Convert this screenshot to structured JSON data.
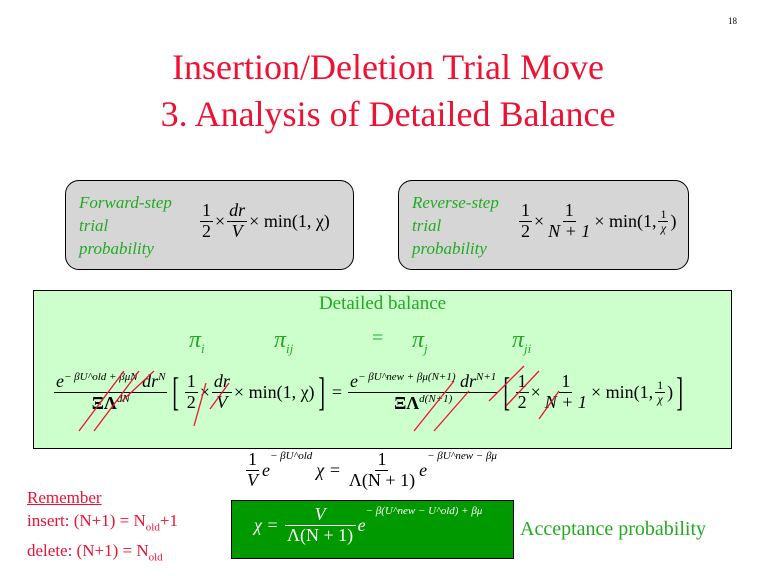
{
  "page_number": "18",
  "title": {
    "line1": "Insertion/Deletion Trial Move",
    "line2": "3.  Analysis of Detailed Balance"
  },
  "forward": {
    "label": [
      "Forward-step",
      "trial",
      "probability"
    ],
    "half_num": "1",
    "half_den": "2",
    "times": "×",
    "dr": "dr",
    "V": "V",
    "min": "× min(1, χ)"
  },
  "reverse": {
    "label": [
      "Reverse-step",
      "trial",
      "probability"
    ],
    "half_num": "1",
    "half_den": "2",
    "times": "×",
    "one": "1",
    "np1": "N + 1",
    "min": "× min(1,",
    "inv_num": "1",
    "inv_den": "χ",
    "close": ")"
  },
  "balance": {
    "heading": "Detailed balance",
    "pi_i": "π",
    "pi_i_sub": "i",
    "pi_ij": "π",
    "pi_ij_sub": "ij",
    "eq": "=",
    "pi_j": "π",
    "pi_j_sub": "j",
    "pi_ji": "π",
    "pi_ji_sub": "ji",
    "lhs_num": "e",
    "lhs_num_sup": "− βU^old + βμN",
    "lhs_dr": "dr",
    "lhs_dr_sup": "N",
    "lhs_den": "ΞΛ",
    "lhs_den_sup": "dN",
    "rhs_num": "e",
    "rhs_num_sup": "− βU^new + βμ(N+1)",
    "rhs_dr": "dr",
    "rhs_dr_sup": "N+1",
    "rhs_den": "ΞΛ",
    "rhs_den_sup": "d(N+1)",
    "min_chi": "× min(1, χ)",
    "min_inv": "× min(1,",
    "one": "1",
    "two": "2",
    "V": "V",
    "np1": "N + 1",
    "chi": "χ",
    "close": ")",
    "times": "×",
    "equals": "="
  },
  "derived": {
    "one": "1",
    "V": "V",
    "e": "e",
    "sup_left": "− βU^old",
    "chi": "χ =",
    "den": "Λ(N + 1)",
    "sup_right": "− βU^new − βμ"
  },
  "remember": {
    "title": "Remember",
    "insert": "insert: (N+1) = N",
    "insert_sub": "old",
    "insert_tail": "+1",
    "delete": "delete: (N+1) = N",
    "delete_sub": "old"
  },
  "acceptance": {
    "chi": "χ =",
    "num": "V",
    "den": "Λ(N + 1)",
    "e": "e",
    "sup": "− β(U^new − U^old) + βμ",
    "label": "Acceptance probability"
  }
}
